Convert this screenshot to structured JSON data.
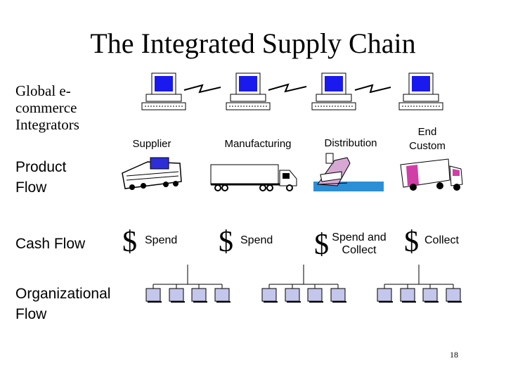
{
  "title": "The Integrated Supply Chain",
  "row_labels": {
    "global": "Global e-commerce Integrators",
    "product": "Product Flow",
    "cash": "Cash Flow",
    "org": "Organizational Flow"
  },
  "stages": [
    {
      "name": "Supplier",
      "cash_label": "Spend",
      "vehicle": "train-icon"
    },
    {
      "name": "Manufacturing",
      "cash_label": "Spend",
      "vehicle": "truck-icon"
    },
    {
      "name": "Distribution",
      "cash_label": "Spend and Collect",
      "vehicle": "ship-icon"
    },
    {
      "name": "End Custom",
      "cash_label": "Collect",
      "vehicle": "delivery-truck-icon"
    }
  ],
  "currency_symbol": "$",
  "page_number": "18",
  "colors": {
    "computer_screen": "#1a1aee",
    "org_box": "#c4c6ec",
    "train_accent": "#2e2ed8",
    "truck_accent": "#d23ea8",
    "ship_accent": "#2c8fd6",
    "ship_body": "#d7a8d4"
  }
}
